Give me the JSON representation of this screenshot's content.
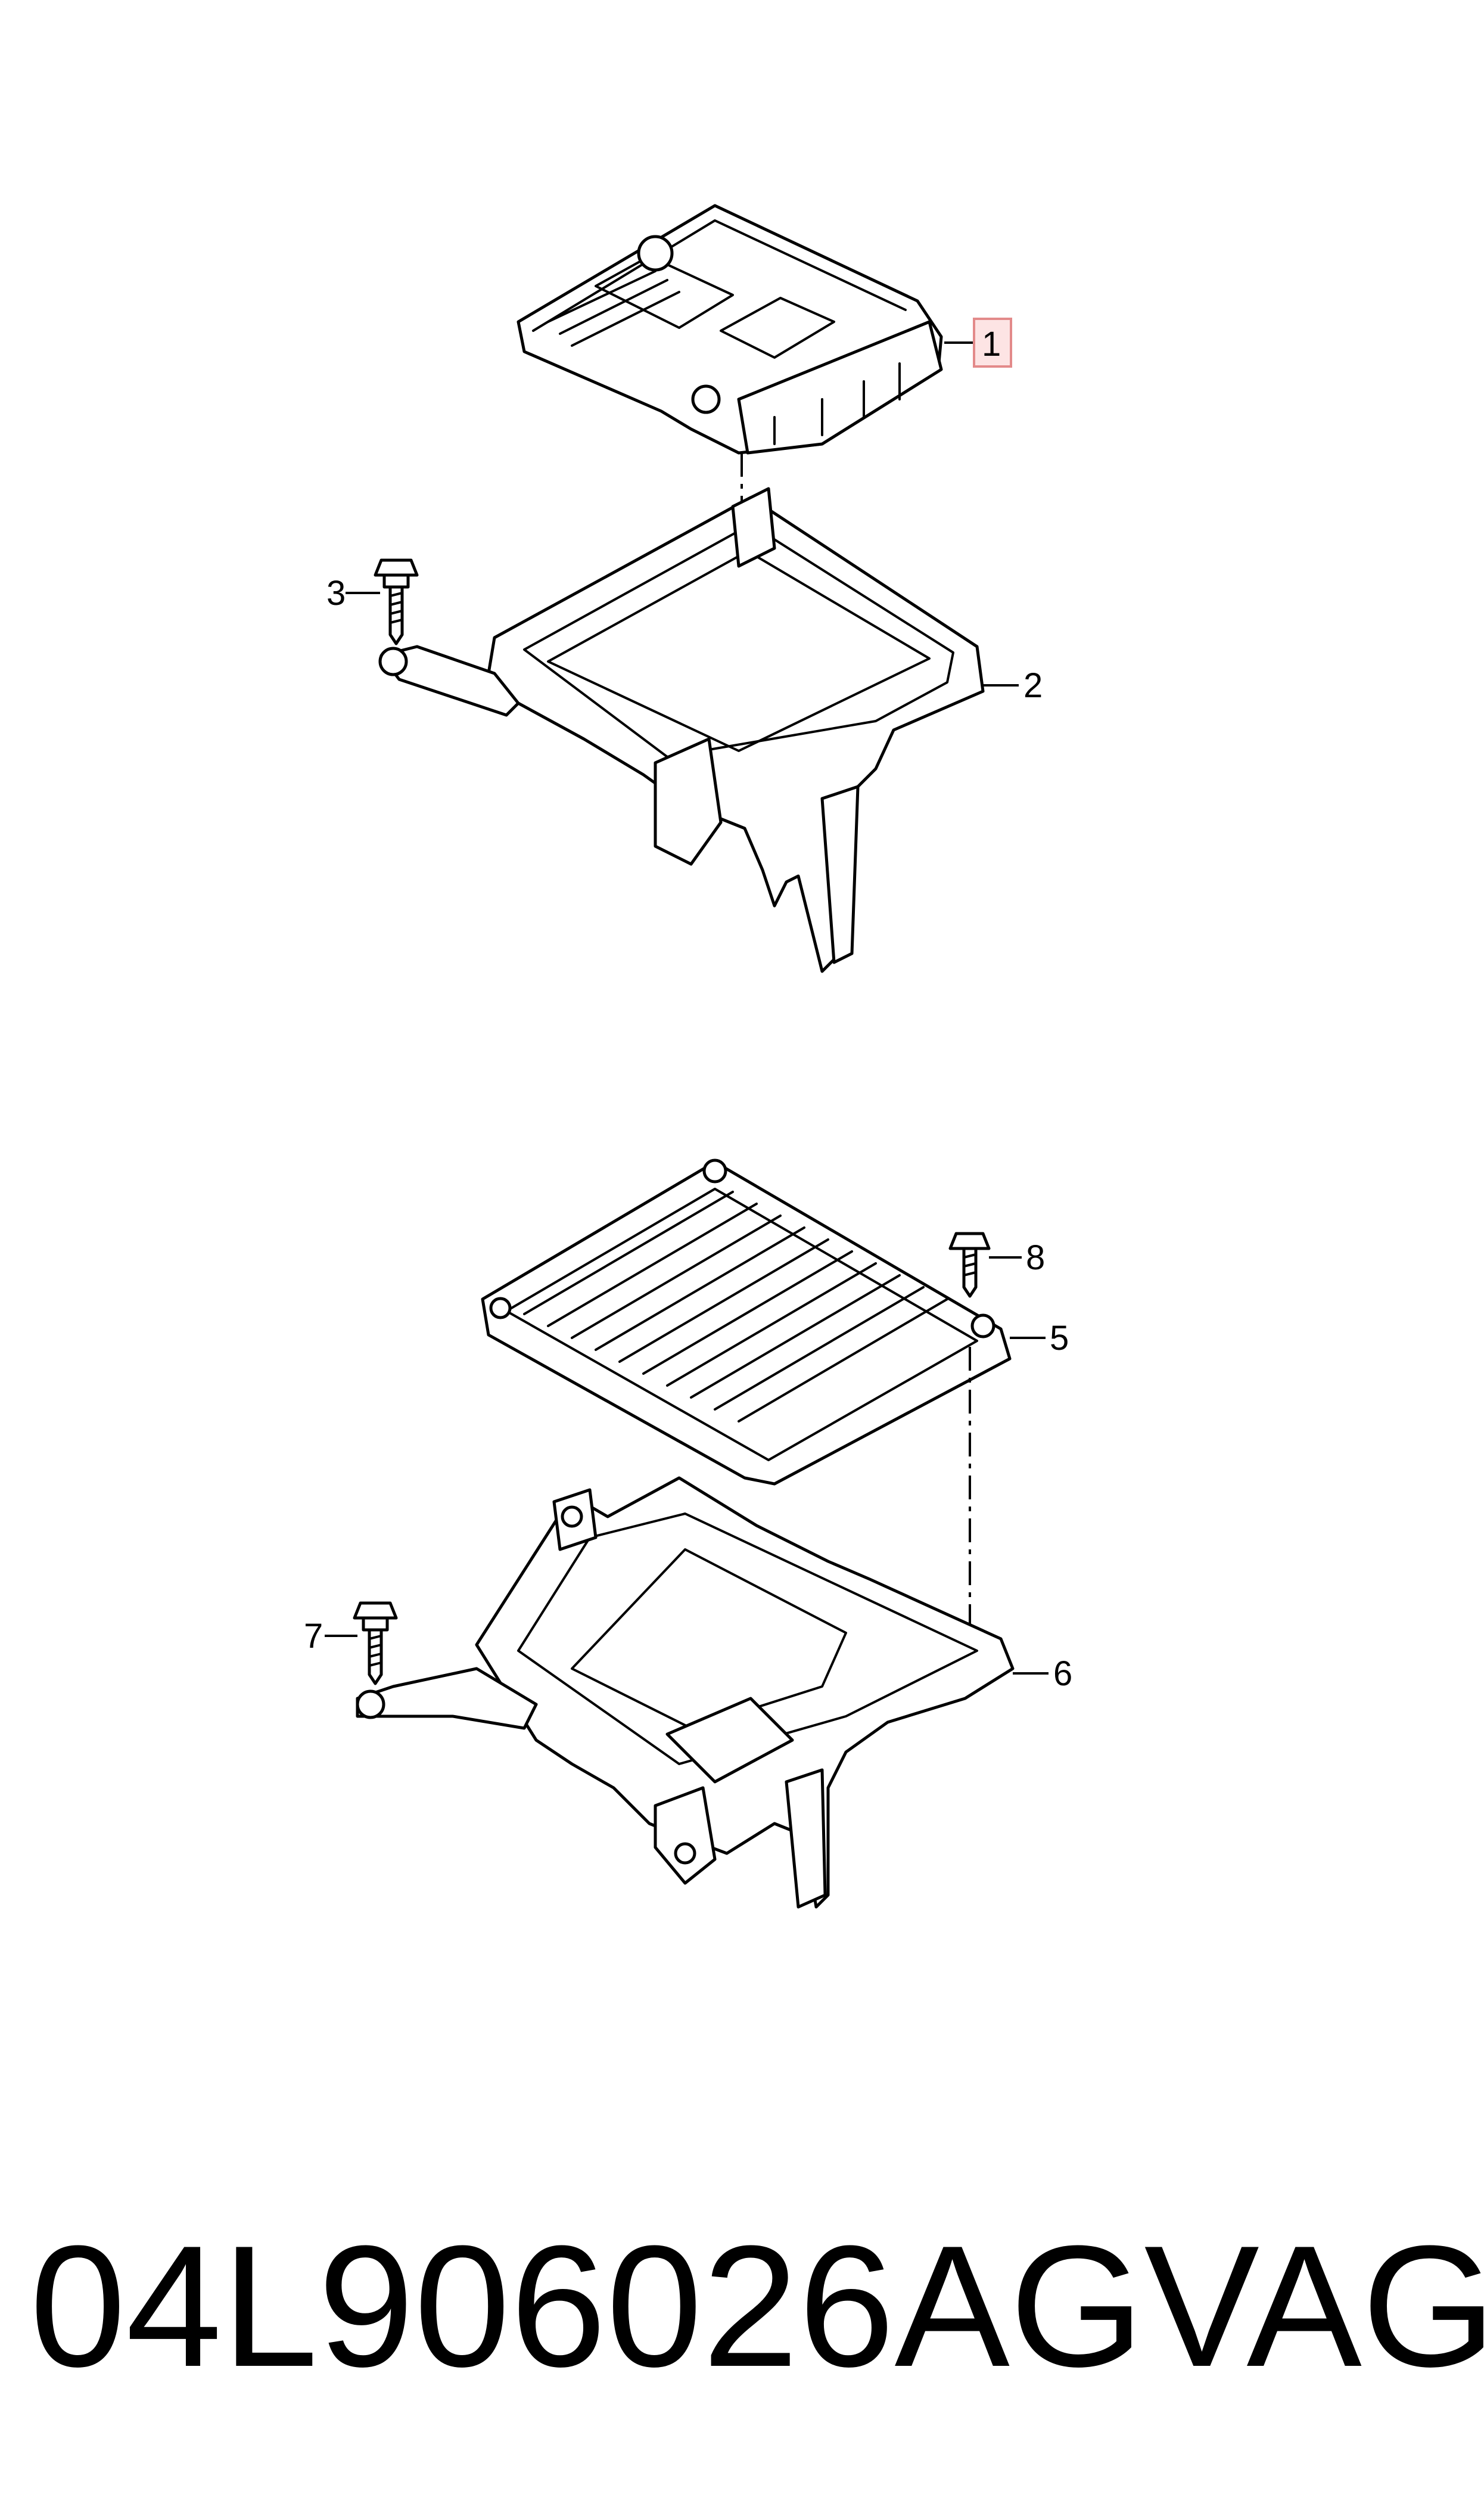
{
  "callouts": {
    "c1": "1",
    "c2": "2",
    "c3": "3",
    "c5": "5",
    "c6": "6",
    "c7": "7",
    "c8": "8"
  },
  "highlighted_callout": "1",
  "highlight_color": "#fde4e4",
  "caption": {
    "part_number": "04L906026AG",
    "brand": "VAG"
  }
}
